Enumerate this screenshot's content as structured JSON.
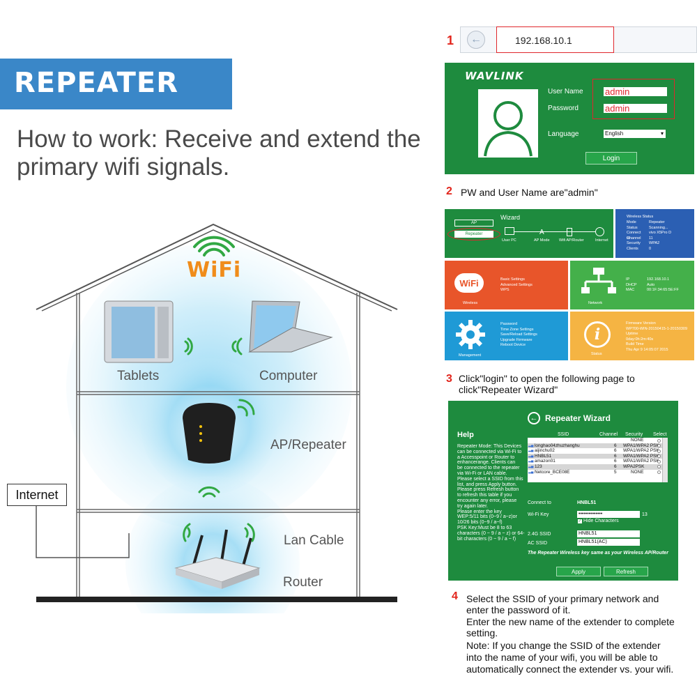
{
  "banner": "REPEATER",
  "headline": "How to work: Receive and extend the primary wifi signals.",
  "house": {
    "wifi_word": "WiFi",
    "labels": {
      "tablets": "Tablets",
      "computer": "Computer",
      "ap_repeater": "AP/Repeater",
      "lan_cable": "Lan Cable",
      "router": "Router",
      "internet": "Internet"
    }
  },
  "steps": {
    "s1": {
      "num": "1",
      "url": "192.168.10.1"
    },
    "s2": {
      "num": "2",
      "text": "PW and User Name are\"admin\""
    },
    "s3": {
      "num": "3",
      "text": "Click\"login\" to open the following page to click\"Repeater Wizard\""
    },
    "s4": {
      "num": "4",
      "p1": "Select the SSID of your primary network and enter the password of it.",
      "p2": "Enter the new name of the extender to complete setting.",
      "p3": "Note: If you change the SSID of the extender into the name of your wifi, you will be able to automatically connect the extender vs. your wifi."
    }
  },
  "login": {
    "brand": "WAVLINK",
    "user_label": "User Name",
    "user_value": "admin",
    "pass_label": "Password",
    "pass_value": "admin",
    "lang_label": "Language",
    "lang_value": "English",
    "button": "Login"
  },
  "dashboard": {
    "wizard_title": "Wizard",
    "ap_label": "AP",
    "repeater_button": "Repeater",
    "nodes": [
      "User PC",
      "AP Mode",
      "Wifi AP/Router",
      "Internet"
    ],
    "status": {
      "title": "Wireless Status",
      "rows": [
        [
          "Mode",
          "Repeater"
        ],
        [
          "Status",
          "Scanning..."
        ],
        [
          "Connect to",
          "vivo X5Pro D"
        ],
        [
          "Channel",
          "11"
        ],
        [
          "Security",
          "WPA2"
        ],
        [
          "Clients",
          "0"
        ]
      ]
    },
    "wireless": {
      "name": "Wireless",
      "icon_text": "WiFi",
      "links": [
        "Basic Settings",
        "Advanced Settings",
        "WPS"
      ]
    },
    "network": {
      "name": "Network",
      "rows": [
        [
          "IP",
          "192.168.10.1"
        ],
        [
          "DHCP",
          "Auto"
        ],
        [
          "MAC",
          "00:1F:34:65:5E:FF"
        ]
      ]
    },
    "management": {
      "name": "Management",
      "links": [
        "Password",
        "Time Zone Settings",
        "Save/Reload Settings",
        "Upgrade Firmware",
        "Reboot Device"
      ]
    },
    "status_tile": {
      "name": "Status",
      "lines": [
        "Firmware Version",
        "WP700-WIN-20150415-1-20150309",
        "Uptime",
        "0day:0h:2m:40s",
        "Build Time",
        "Thu Apr 9 14:05:07 2015"
      ]
    }
  },
  "wizard": {
    "title": "Repeater Wizard",
    "help_title": "Help",
    "help_text": [
      "Repeater Mode: This Devices",
      "can be connected via Wi-Fi to",
      "a Accesspoint or Router to",
      "enhancerange. Clients can",
      "be connected to the repeater",
      "via Wi-Fi or LAN cable.",
      "Please select a SSID from this",
      "list, and press Apply button.",
      "Please press Refresh button",
      "to refresh this table if you",
      "encounter any error, please",
      "try again later.",
      "Please enter the key",
      "WEP:5/11 bits (0~9 / a~z)or",
      "10/26 bits (0~9 / a~f)",
      "PSK Key:Must be 8 to 63",
      "characters (0 ~ 9 / a ~ z) or 64-",
      "bit characters (0 ~ 9 / a ~ f)"
    ],
    "columns": [
      "SSID",
      "Channel",
      "Security",
      "Select"
    ],
    "rows": [
      [
        "",
        "",
        "NONE"
      ],
      [
        "longhao04zhuzhanghu",
        "6",
        "WPA1/WPA2 PSK"
      ],
      [
        "aijinchu02",
        "6",
        "WPA1/WPA2 PSK"
      ],
      [
        "HNBL51",
        "6",
        "WPA1/WPA2 PSK"
      ],
      [
        "amazon01",
        "6",
        "WPA1/WPA2 PSK"
      ],
      [
        "123",
        "6",
        "WPA2PSK"
      ],
      [
        "Netcore_BCE08E",
        "5",
        "NONE"
      ]
    ],
    "connect_label": "Connect to",
    "connect_value": "HNBL51",
    "key_label": "Wi-Fi Key",
    "key_value": "••••••••••••••",
    "key_count": "13",
    "hide_chars": "Hide Characters",
    "ssid24_label": "2.4G SSID",
    "ssid24_value": "HNBL51",
    "acssid_label": "AC SSID",
    "acssid_value": "HNBL51(AC)",
    "note": "The Repeater Wireless key same as your Wireless AP/Router",
    "apply": "Apply",
    "refresh": "Refresh"
  }
}
